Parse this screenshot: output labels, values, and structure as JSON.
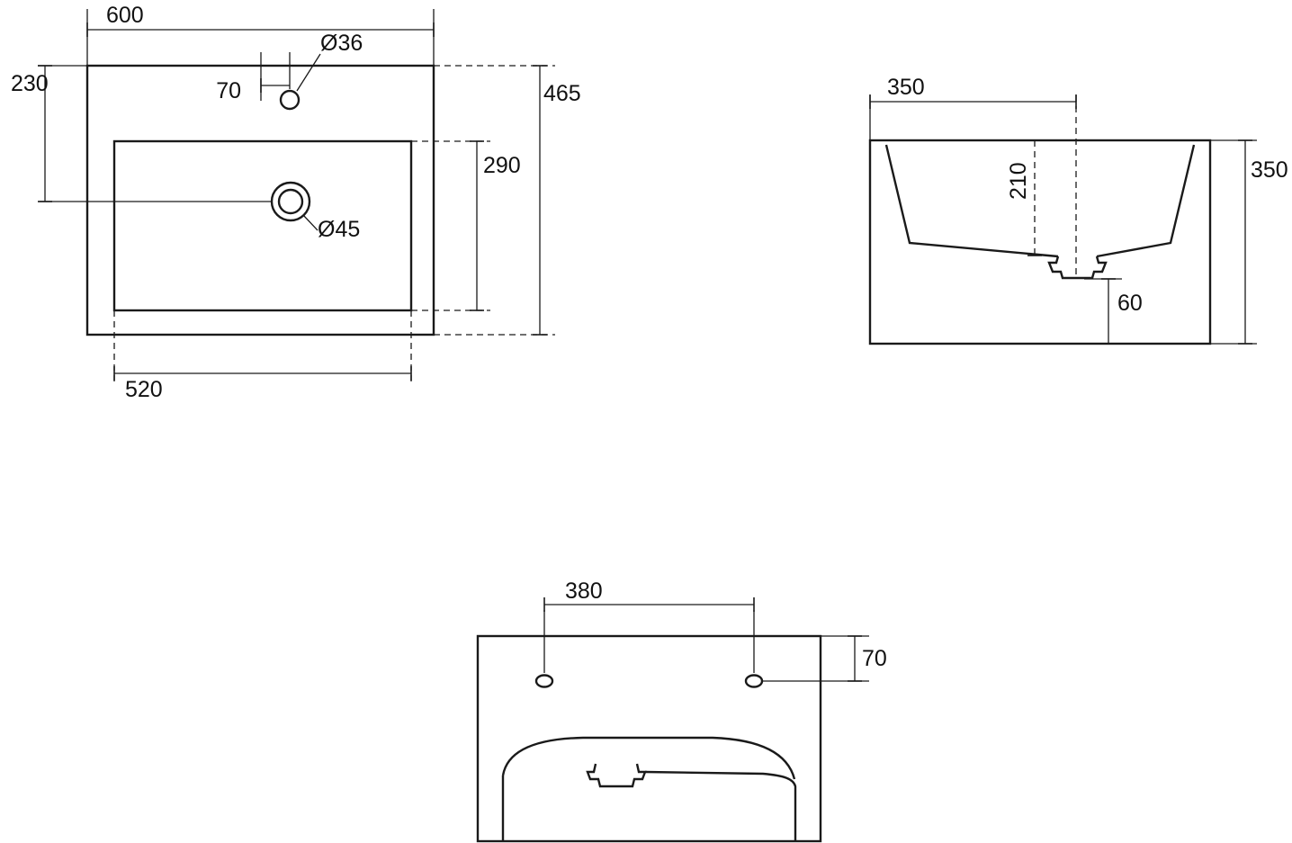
{
  "canvas": {
    "background_color": "#ffffff",
    "line_color": "#1a1a1a"
  },
  "drawing": {
    "top_view": {
      "overall_width": "600",
      "edge_to_drain_center": "230",
      "tap_hole_offset": "70",
      "tap_hole_diameter": "Ø36",
      "overall_depth": "465",
      "bowl_depth": "290",
      "drain_hole_diameter": "Ø45",
      "bowl_width": "520"
    },
    "side_view": {
      "edge_to_drain_center": "350",
      "bowl_inner_depth": "210",
      "overall_height": "350",
      "drain_outlet_height": "60"
    },
    "front_view": {
      "fixing_hole_spacing": "380",
      "top_to_fixing_hole": "70"
    }
  }
}
